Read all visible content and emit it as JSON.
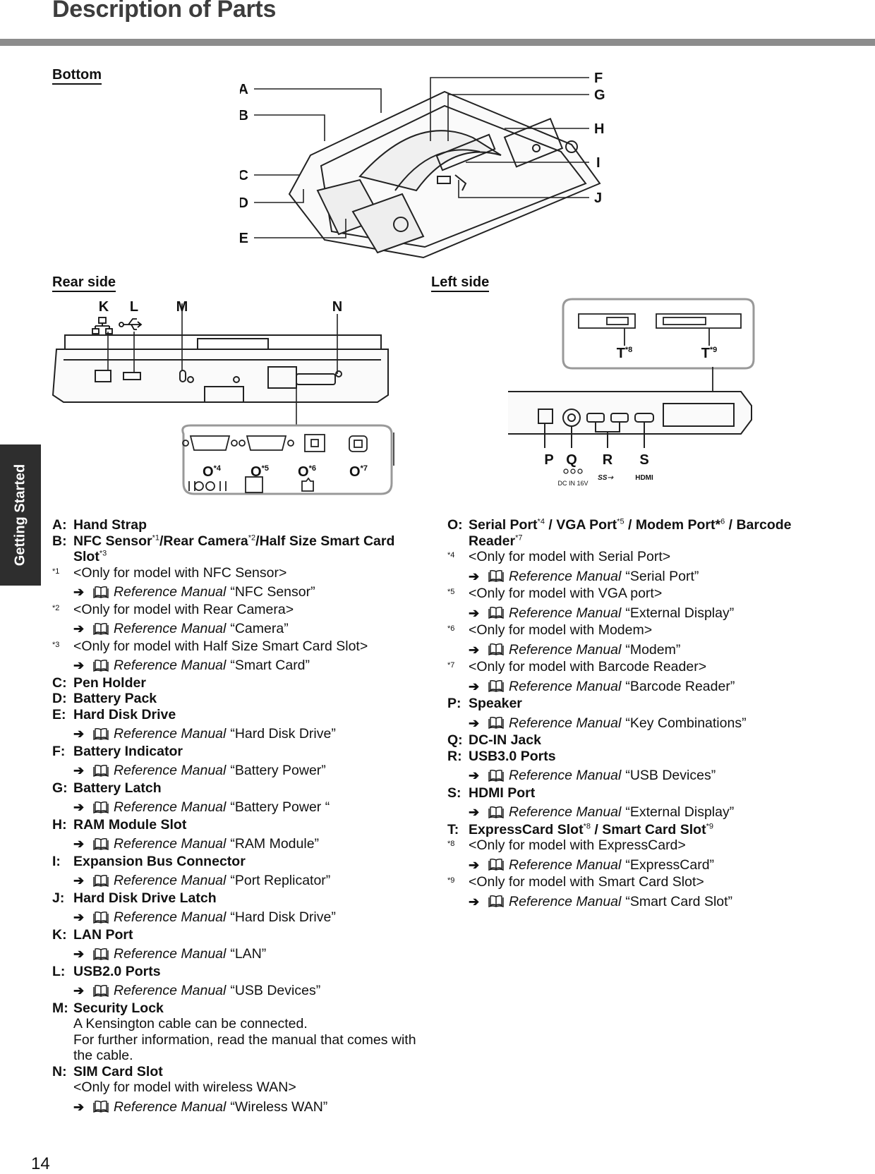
{
  "page": {
    "title": "Description of Parts",
    "number": "14",
    "tab": "Getting Started"
  },
  "sections": {
    "bottom": "Bottom",
    "rear": "Rear side",
    "left": "Left side"
  },
  "bottom_labels": [
    "A",
    "B",
    "C",
    "D",
    "E",
    "F",
    "G",
    "H",
    "I",
    "J"
  ],
  "rear_labels": [
    "K",
    "L",
    "M",
    "N"
  ],
  "rear_o_labels": [
    {
      "l": "O",
      "s": "*4"
    },
    {
      "l": "O",
      "s": "*5"
    },
    {
      "l": "O",
      "s": "*6"
    },
    {
      "l": "O",
      "s": "*7"
    }
  ],
  "left_labels": [
    "P",
    "Q",
    "R",
    "S"
  ],
  "left_t_labels": [
    {
      "l": "T",
      "s": "*8"
    },
    {
      "l": "T",
      "s": "*9"
    }
  ],
  "dcin_text": "DC IN 16V",
  "icons": [
    "lan-icon",
    "usb-icon",
    "serial-icon",
    "vga-icon",
    "modem-icon",
    "barcode-icon",
    "dc-in-icon",
    "usb3-icon",
    "hdmi-icon",
    "manual-book-icon",
    "arrow-right-icon"
  ],
  "ref_manual": "Reference Manual",
  "left_column": [
    {
      "t": "item",
      "letter": "A:",
      "name": "Hand Strap"
    },
    {
      "t": "item",
      "letter": "B:",
      "name": "NFC Sensor",
      "sup": "*1",
      "name2": "/Rear Camera",
      "sup2": "*2",
      "name3": "/Half Size Smart Card Slot",
      "sup3": "*3"
    },
    {
      "t": "note",
      "mark": "*1",
      "text": "<Only for model with NFC Sensor>"
    },
    {
      "t": "ref",
      "topic": "“NFC Sensor”"
    },
    {
      "t": "note",
      "mark": "*2",
      "text": "<Only for model with Rear Camera>"
    },
    {
      "t": "ref",
      "topic": "“Camera”"
    },
    {
      "t": "note",
      "mark": "*3",
      "text": "<Only for model with Half Size Smart Card Slot>"
    },
    {
      "t": "ref",
      "topic": "“Smart Card”"
    },
    {
      "t": "item",
      "letter": "C:",
      "name": "Pen Holder"
    },
    {
      "t": "item",
      "letter": "D:",
      "name": "Battery Pack"
    },
    {
      "t": "item",
      "letter": "E:",
      "name": "Hard Disk Drive"
    },
    {
      "t": "ref",
      "topic": "“Hard Disk Drive”"
    },
    {
      "t": "item",
      "letter": "F:",
      "name": "Battery Indicator"
    },
    {
      "t": "ref",
      "topic": "“Battery Power”"
    },
    {
      "t": "item",
      "letter": "G:",
      "name": "Battery Latch"
    },
    {
      "t": "ref",
      "topic": "“Battery Power “"
    },
    {
      "t": "item",
      "letter": "H:",
      "name": "RAM Module Slot"
    },
    {
      "t": "ref",
      "topic": "“RAM Module”"
    },
    {
      "t": "item",
      "letter": "I:",
      "name": "Expansion Bus Connector"
    },
    {
      "t": "ref",
      "topic": "“Port Replicator”"
    },
    {
      "t": "item",
      "letter": "J:",
      "name": "Hard Disk Drive Latch"
    },
    {
      "t": "ref",
      "topic": "“Hard Disk Drive”"
    },
    {
      "t": "item",
      "letter": "K:",
      "name": "LAN Port"
    },
    {
      "t": "ref",
      "topic": "“LAN”"
    },
    {
      "t": "item",
      "letter": "L:",
      "name": "USB2.0 Ports"
    },
    {
      "t": "ref",
      "topic": "“USB Devices”"
    },
    {
      "t": "item",
      "letter": "M:",
      "name": "Security Lock"
    },
    {
      "t": "text",
      "text": "A Kensington cable can be connected."
    },
    {
      "t": "text",
      "text": "For further information, read the manual that comes with the cable."
    },
    {
      "t": "item",
      "letter": "N:",
      "name": "SIM Card Slot"
    },
    {
      "t": "text",
      "text": "<Only for model with wireless WAN>"
    },
    {
      "t": "ref",
      "topic": "“Wireless WAN”"
    }
  ],
  "right_column": [
    {
      "t": "item",
      "letter": "O:",
      "name": "Serial Port",
      "sup": "*4",
      "name2": " / VGA Port",
      "sup2": "*5",
      "name3": " / Modem Port*",
      "sup3": "6",
      "name4": " / Barcode Reader",
      "sup4": "*7"
    },
    {
      "t": "note",
      "mark": "*4",
      "text": "<Only for model with Serial Port>"
    },
    {
      "t": "ref",
      "topic": "“Serial Port”"
    },
    {
      "t": "note",
      "mark": "*5",
      "text": "<Only for model with VGA port>"
    },
    {
      "t": "ref",
      "topic": "“External Display”"
    },
    {
      "t": "note",
      "mark": "*6",
      "text": "<Only for model with Modem>"
    },
    {
      "t": "ref",
      "topic": "“Modem”"
    },
    {
      "t": "note",
      "mark": "*7",
      "text": "<Only for model with Barcode Reader>"
    },
    {
      "t": "ref",
      "topic": "“Barcode Reader”"
    },
    {
      "t": "item",
      "letter": "P:",
      "name": "Speaker"
    },
    {
      "t": "ref",
      "topic": "“Key Combinations”"
    },
    {
      "t": "item",
      "letter": "Q:",
      "name": "DC-IN Jack"
    },
    {
      "t": "item",
      "letter": "R:",
      "name": "USB3.0 Ports"
    },
    {
      "t": "ref",
      "topic": "“USB Devices”"
    },
    {
      "t": "item",
      "letter": "S:",
      "name": "HDMI Port"
    },
    {
      "t": "ref",
      "topic": "“External Display”"
    },
    {
      "t": "item",
      "letter": "T:",
      "name": "ExpressCard Slot",
      "sup": "*8",
      "name2": " / Smart Card Slot",
      "sup2": "*9"
    },
    {
      "t": "note",
      "mark": "*8",
      "text": "<Only for model with ExpressCard>"
    },
    {
      "t": "ref",
      "topic": "“ExpressCard”"
    },
    {
      "t": "note",
      "mark": "*9",
      "text": "<Only for model with Smart Card Slot>"
    },
    {
      "t": "ref",
      "topic": "“Smart Card Slot”"
    }
  ]
}
